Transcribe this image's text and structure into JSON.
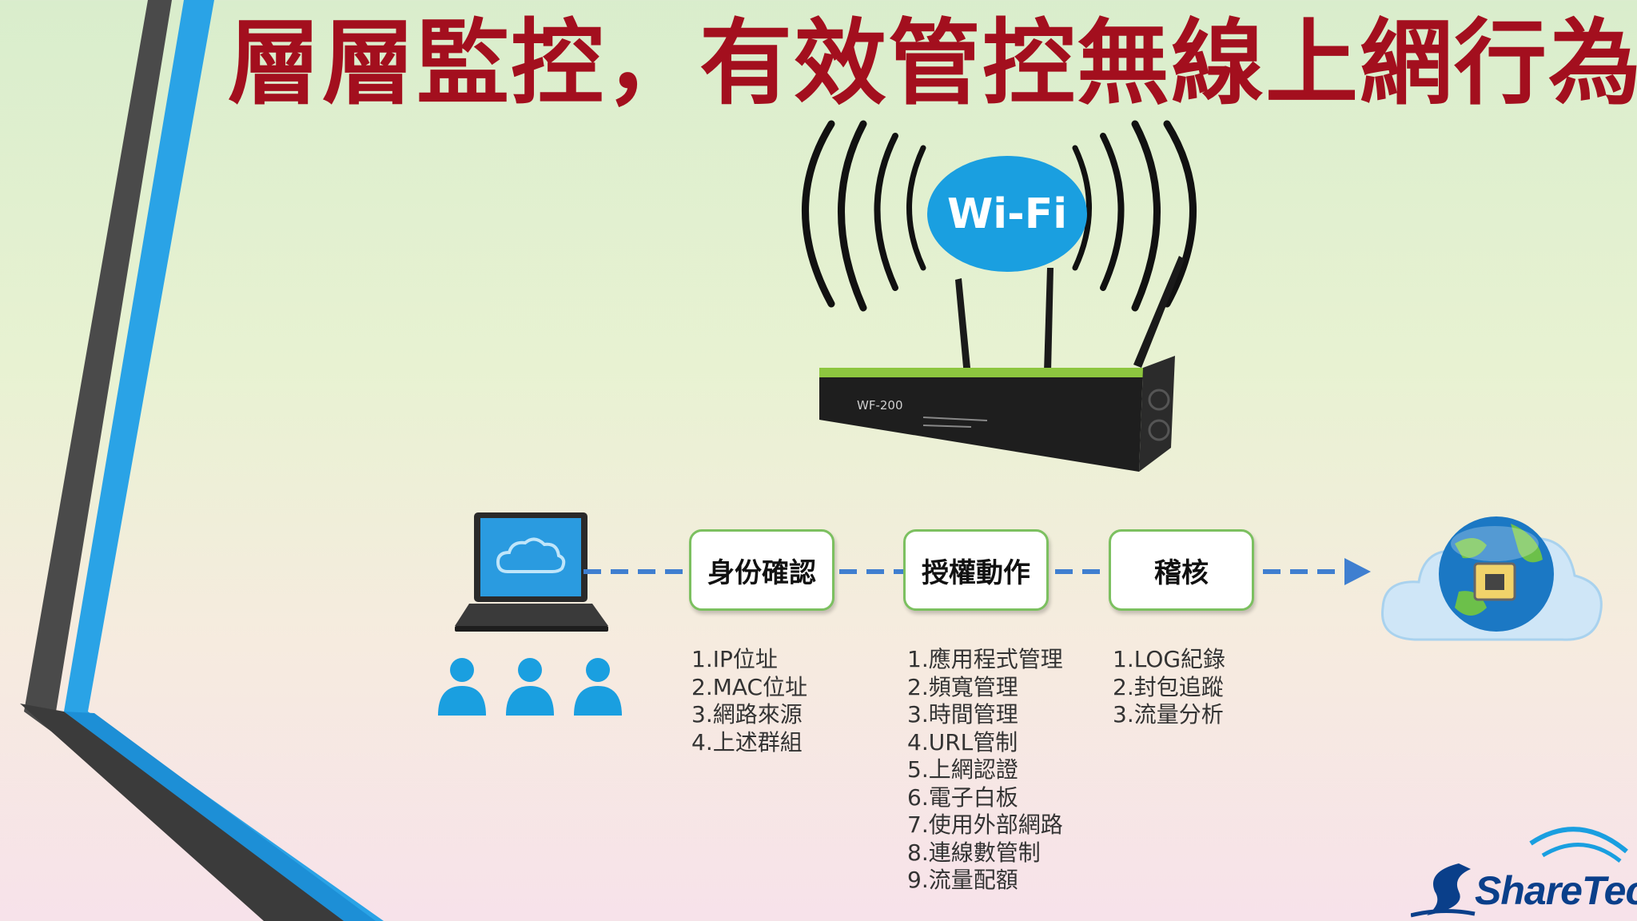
{
  "title": "層層監控，有效管控無線上網行為",
  "wifi_badge": "Wi-Fi",
  "router_label": "WF-200",
  "steps": [
    {
      "label": "身份確認",
      "items": [
        "1.IP位址",
        "2.MAC位址",
        "3.網路來源",
        "4.上述群組"
      ]
    },
    {
      "label": "授權動作",
      "items": [
        "1.應用程式管理",
        "2.頻寬管理",
        "3.時間管理",
        "4.URL管制",
        "5.上網認證",
        "6.電子白板",
        "7.使用外部網路",
        "8.連線數管制",
        "9.流量配額"
      ]
    },
    {
      "label": "稽核",
      "items": [
        "1.LOG紀錄",
        "2.封包追蹤",
        "3.流量分析"
      ]
    }
  ],
  "logo_text": "ShareTech",
  "colors": {
    "title": "#a30f1e",
    "accent_blue": "#1a9fe0",
    "box_border": "#7cc060",
    "connector": "#3f7fd0"
  }
}
